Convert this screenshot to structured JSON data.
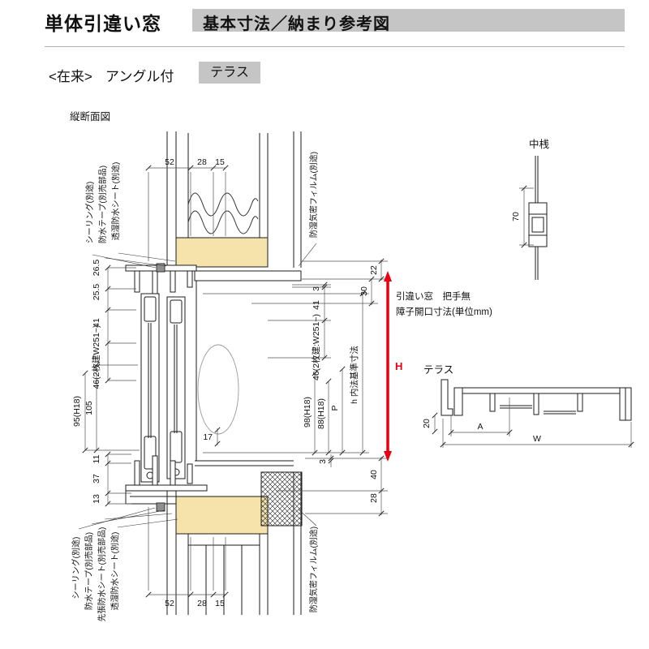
{
  "header": {
    "title_main": "単体引違い窓",
    "title_sub": "基本寸法／納まり参考図"
  },
  "subtitle": {
    "zairai": "<在来>",
    "angle": "アングル付",
    "terrace": "テラス"
  },
  "section": {
    "label": "縦断面図"
  },
  "notes": {
    "line1": "引違い窓　把手無",
    "line2": "障子開口寸法(単位mm)"
  },
  "annotations": {
    "top_left": [
      "シーリング(別途)",
      "防水テープ(別売部品)",
      "透湿防水シート(別途)"
    ],
    "top_right": "防湿気密フィルム(別途)",
    "bottom_left": [
      "シーリング(別途)",
      "防水テープ(別売部品)",
      "先張防水シート(別売部品)",
      "透湿防水シート(別途)"
    ],
    "bottom_right": "防湿気密フィルム(別途)"
  },
  "dims": {
    "top": [
      "52",
      "28",
      "15"
    ],
    "bottom": [
      "52",
      "28",
      "15"
    ],
    "left": [
      "26.5",
      "25.5",
      "41",
      "46(2枚建W251~)",
      "95(H18)",
      "105",
      "11",
      "37",
      "13"
    ],
    "right": [
      "22",
      "30",
      "3",
      "41",
      "46(2枚建:W251~)",
      "98(H18)",
      "88(H18)",
      "P",
      "17",
      "h 内法基準寸法",
      "3",
      "40",
      "28"
    ],
    "h_total": "H"
  },
  "nakazan": {
    "label": "中桟",
    "dim": "70"
  },
  "terrace_detail": {
    "label": "テラス",
    "dim_offset": "20",
    "dim_a": "A",
    "dim_w": "W"
  },
  "colors": {
    "accent_red": "#e60012",
    "wood_fill": "#f5e3ab",
    "bar_gray": "#c5c5c5"
  }
}
